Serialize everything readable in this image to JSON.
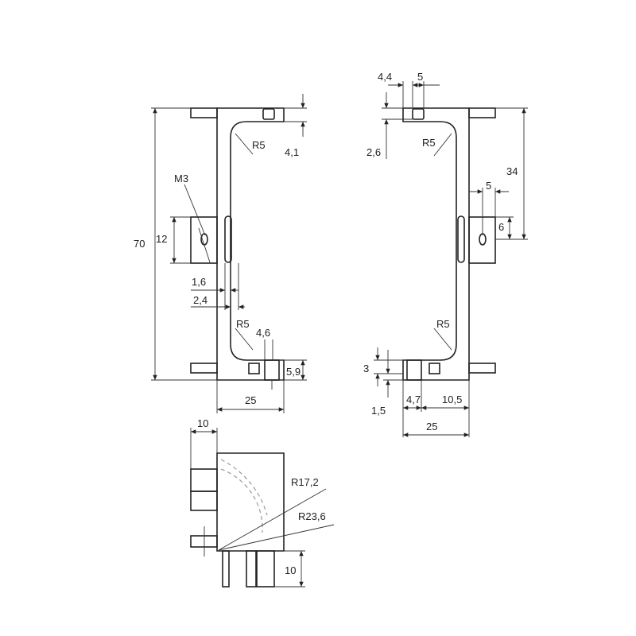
{
  "left_view": {
    "overall_height": "70",
    "slot_offset": "4,1",
    "radius_top": "R5",
    "thread": "M3",
    "tab_height": "12",
    "dim_a": "1,6",
    "dim_b": "2,4",
    "radius_bottom": "R5",
    "dim_c": "4,6",
    "dim_d": "5,9",
    "width": "25"
  },
  "right_view": {
    "dim_top_a": "4,4",
    "dim_top_b": "5",
    "dim_left": "2,6",
    "radius_top": "R5",
    "height_34": "34",
    "hole_offset": "5",
    "tab_height": "6",
    "radius_bottom": "R5",
    "dim_3": "3",
    "dim_1_5": "1,5",
    "dim_4_7": "4,7",
    "dim_10_5": "10,5",
    "width": "25"
  },
  "side_view": {
    "top_width": "10",
    "radius_inner": "R17,2",
    "radius_outer": "R23,6",
    "pin_length": "10"
  }
}
